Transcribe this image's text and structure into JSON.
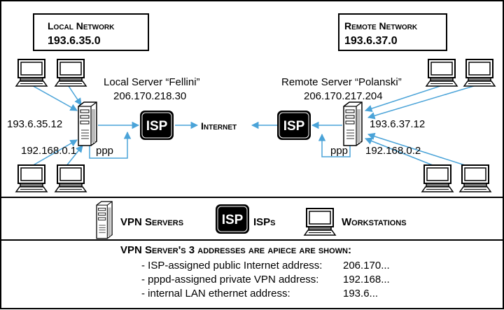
{
  "local_network": {
    "name": "Local Network",
    "address": "193.6.35.0"
  },
  "remote_network": {
    "name": "Remote Network",
    "address": "193.6.37.0"
  },
  "local_server": {
    "caption": "Local Server “Fellini”",
    "public_ip": "206.170.218.30",
    "lan_ip": "193.6.35.12",
    "vpn_ip": "192.168.0.1",
    "link_label": "ppp"
  },
  "remote_server": {
    "caption": "Remote Server “Polanski”",
    "public_ip": "206.170.217.204",
    "lan_ip": "193.6.37.12",
    "vpn_ip": "192.168.0.2",
    "link_label": "ppp"
  },
  "isp_label": "ISP",
  "internet_label": "Internet",
  "legend": {
    "servers_label": "VPN Servers",
    "isps_label": "ISPs",
    "workstations_label": "Workstations"
  },
  "notes": {
    "heading": "VPN Server's 3 addresses are apiece are shown:",
    "rows": [
      {
        "label": "- ISP-assigned public Internet address:",
        "value": "206.170..."
      },
      {
        "label": "- pppd-assigned private VPN address:",
        "value": "192.168..."
      },
      {
        "label": "- internal LAN ethernet address:",
        "value": "193.6..."
      }
    ]
  },
  "colors": {
    "link": "#4aa3d8",
    "ink": "#000000",
    "isp_bg": "#000000",
    "isp_fg": "#ffffff"
  }
}
